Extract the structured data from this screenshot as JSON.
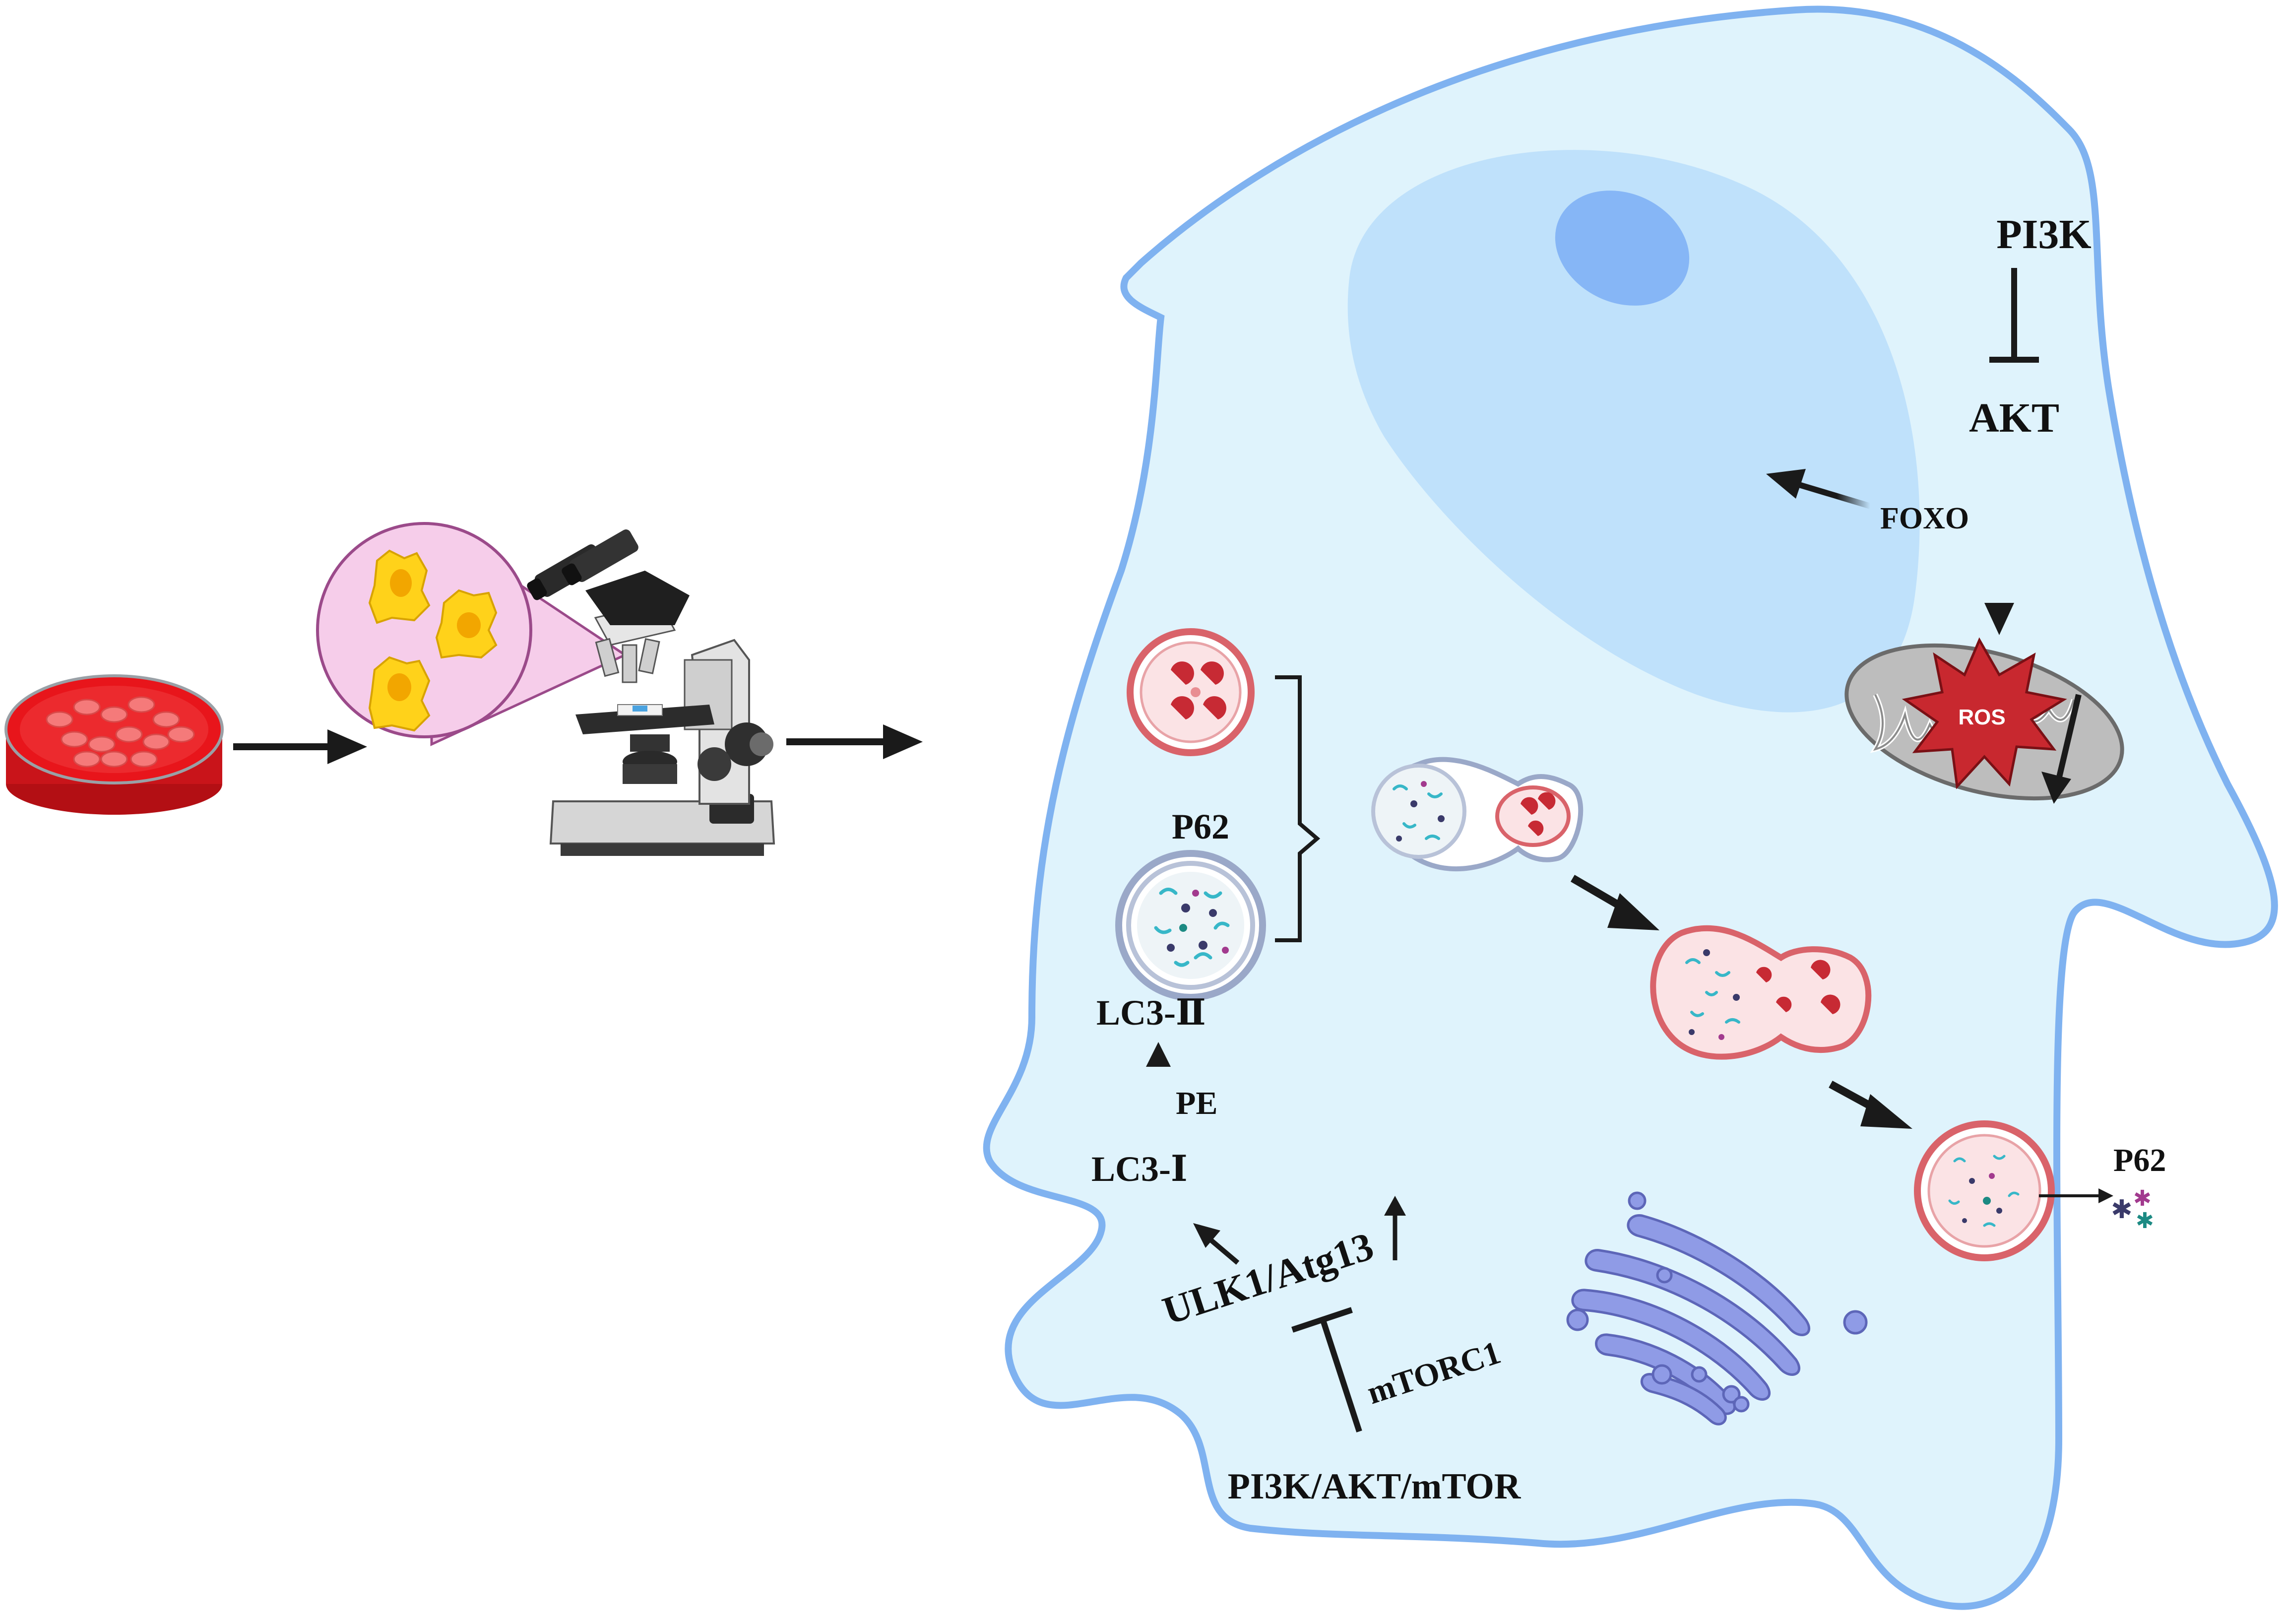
{
  "labels": {
    "pi3k": "PI3K",
    "akt": "AKT",
    "foxo": "FOXO",
    "ros": "ROS",
    "p62_top": "P62",
    "lc3_ii": "LC3-Ⅱ",
    "pe": "PE",
    "lc3_i": "LC3-Ⅰ",
    "ulk1_atg13": "ULK1/Atg13",
    "mtorc1": "mTORC1",
    "pi3k_akt_mtor": "PI3K/AKT/mTOR",
    "p62_right": "P62"
  },
  "colors": {
    "cell_fill": "#dff3fc",
    "cell_stroke": "#7fb2f0",
    "nucleus": "#bfe1fb",
    "nucleolus": "#86b6f6",
    "dish_red": "#e8151b",
    "cell_yellow": "#ffd21a",
    "lens_pink": "#f6cdea",
    "vesicle_red": "#d9636a",
    "golgi": "#8f9be6",
    "mito": "#bdbdbd",
    "ros": "#c8282f",
    "arrow": "#1a1a1a"
  },
  "icons": [
    "petri-dish-icon",
    "microscope-icon",
    "magnifier-bubble-icon",
    "mitochondrion-icon",
    "golgi-icon",
    "lysosome-icon",
    "autophagosome-icon",
    "autolysosome-icon"
  ]
}
